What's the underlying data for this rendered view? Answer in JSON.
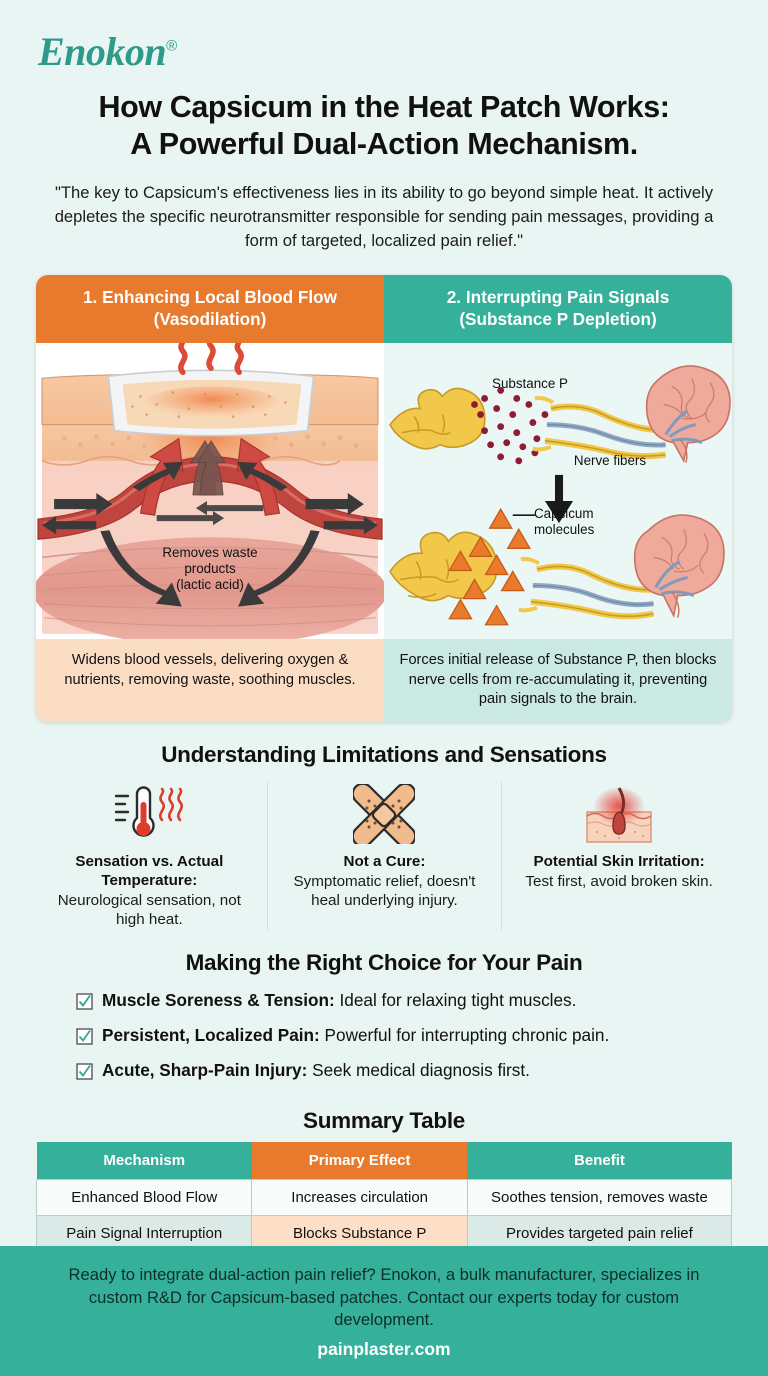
{
  "brand": {
    "name": "Enokon",
    "registered": "®",
    "color": "#2e9b8a"
  },
  "header": {
    "title_line1": "How Capsicum in the Heat Patch Works:",
    "title_line2": "A Powerful Dual-Action Mechanism.",
    "subtitle": "\"The key to Capsicum's effectiveness lies in its ability to go beyond simple heat. It actively depletes the specific neurotransmitter responsible for sending pain messages, providing a form of targeted, localized pain relief.\""
  },
  "panels": [
    {
      "heading_line1": "1. Enhancing Local Blood Flow",
      "heading_line2": "(Vasodilation)",
      "header_color": "#e87a2e",
      "caption_color": "#fbddc4",
      "art_labels": [
        "Removes waste",
        "products",
        "(lactic acid)"
      ],
      "caption": "Widens blood vessels, delivering oxygen & nutrients, removing waste, soothing muscles."
    },
    {
      "heading_line1": "2. Interrupting Pain Signals",
      "heading_line2": "(Substance P Depletion)",
      "header_color": "#35b09b",
      "caption_color": "#c9e9e2",
      "art_labels": [
        "Substance P",
        "Nerve fibers",
        "Capsicum",
        "molecules"
      ],
      "caption": "Forces initial release of Substance P, then blocks nerve cells from re-accumulating it, preventing pain signals to the brain."
    }
  ],
  "limitations": {
    "title": "Understanding Limitations and Sensations",
    "items": [
      {
        "icon": "thermometer-heat-icon",
        "head": "Sensation vs. Actual Temperature:",
        "body": "Neurological sensation, not high heat."
      },
      {
        "icon": "bandage-cross-icon",
        "head": "Not a Cure:",
        "body": "Symptomatic relief, doesn't heal underlying injury."
      },
      {
        "icon": "irritated-skin-icon",
        "head": "Potential Skin Irritation:",
        "body": "Test first, avoid broken skin."
      }
    ]
  },
  "choices": {
    "title": "Making the Right Choice for Your Pain",
    "items": [
      {
        "bold": "Muscle Soreness & Tension:",
        "rest": " Ideal for relaxing tight muscles."
      },
      {
        "bold": "Persistent, Localized Pain:",
        "rest": " Powerful for interrupting chronic pain."
      },
      {
        "bold": "Acute, Sharp-Pain Injury:",
        "rest": " Seek medical diagnosis first."
      }
    ]
  },
  "summary": {
    "title": "Summary Table",
    "columns": [
      "Mechanism",
      "Primary Effect",
      "Benefit"
    ],
    "rows": [
      [
        "Enhanced Blood Flow",
        "Increases circulation",
        "Soothes tension, removes waste"
      ],
      [
        "Pain Signal Interruption",
        "Blocks Substance P",
        "Provides targeted pain relief"
      ]
    ]
  },
  "footer": {
    "text": "Ready to integrate dual-action pain relief? Enokon, a bulk manufacturer, specializes in custom R&D for Capsicum-based patches. Contact our experts today for custom development.",
    "url": "painplaster.com",
    "background": "#35b09b"
  }
}
